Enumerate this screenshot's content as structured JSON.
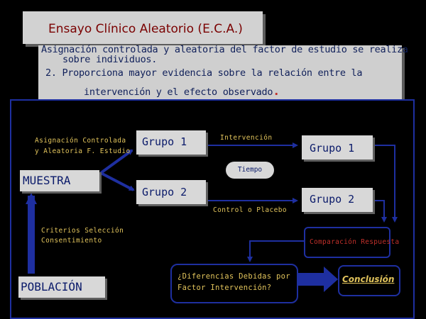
{
  "title": "Ensayo Clínico Aleatorio (E.C.A.)",
  "description": {
    "line1": "Asignación controlada y aleatoria del factor de estudio se realiza",
    "line2": "sobre individuos.",
    "line3": "2. Proporciona mayor evidencia sobre la relación entre la",
    "line4": "intervención y el efecto observado",
    "line4_end": "."
  },
  "diagram": {
    "asignacion_line1": "Asignación Controlada",
    "asignacion_line2": "y Aleatoria F. Estudio",
    "muestra": "MUESTRA",
    "criterios_line1": "Criterios Selección",
    "criterios_line2": "Consentimiento",
    "poblacion": "POBLACIÓN",
    "grupo1_left": "Grupo 1",
    "grupo2_left": "Grupo 2",
    "intervencion": "Intervención",
    "tiempo": "Tiempo",
    "control_placebo": "Control o Placebo",
    "grupo1_right": "Grupo 1",
    "grupo2_right": "Grupo 2",
    "comparacion": "Comparación Respuesta",
    "diferencias_line1": "¿Diferencias Debidas por",
    "diferencias_line2": "Factor Intervención?",
    "conclusion": "Conclusión"
  },
  "colors": {
    "background": "#000000",
    "frame_border": "#1e2fa0",
    "arrow": "#1e2fa0",
    "label_text": "#e2c45c",
    "box_text": "#0a1a6a",
    "title_text": "#7a0000",
    "accent_red": "#c0302a"
  }
}
